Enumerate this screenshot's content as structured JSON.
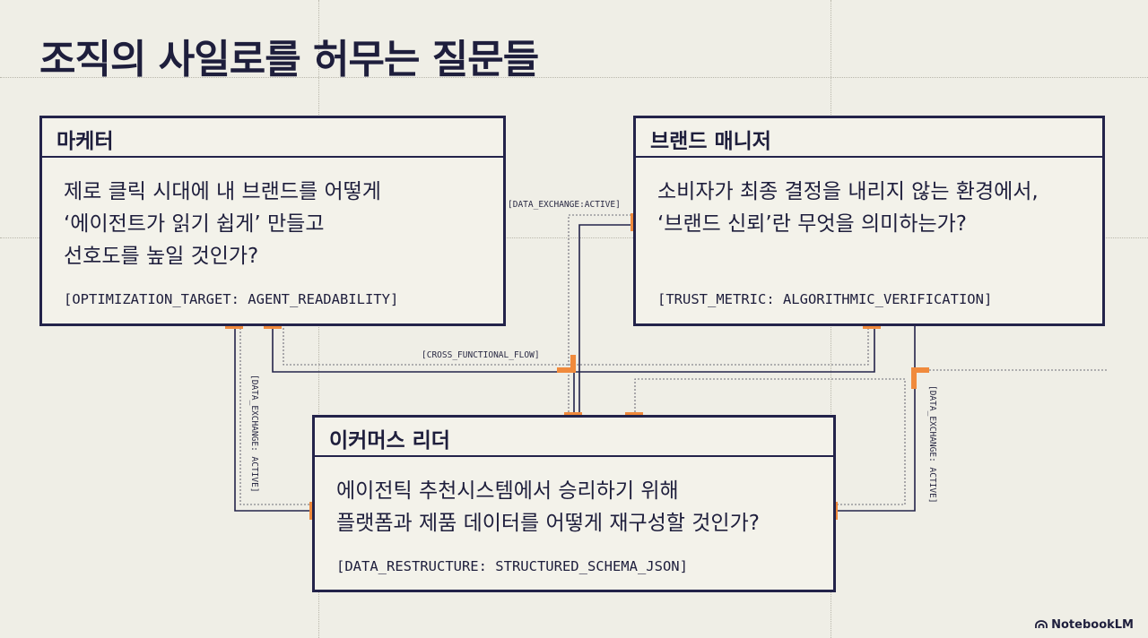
{
  "title": "조직의 사일로를 허무는 질문들",
  "cards": {
    "marketer": {
      "heading": "마케터",
      "lines": [
        "제로 클릭 시대에 내 브랜드를 어떻게",
        "‘에이전트가 읽기 쉽게’ 만들고",
        "선호도를 높일 것인가?"
      ],
      "tag": "[OPTIMIZATION_TARGET: AGENT_READABILITY]"
    },
    "brand_manager": {
      "heading": "브랜드 매니저",
      "lines": [
        "소비자가 최종 결정을 내리지 않는 환경에서,",
        "‘브랜드 신뢰’란 무엇을 의미하는가?"
      ],
      "tag": "[TRUST_METRIC: ALGORITHMIC_VERIFICATION]"
    },
    "ecommerce_leader": {
      "heading": "이커머스 리더",
      "lines": [
        "에이전틱 추천시스템에서 승리하기 위해",
        "플랫폼과 제품 데이터를 어떻게 재구성할 것인가?"
      ],
      "tag": "[DATA_RESTRUCTURE: STRUCTURED_SCHEMA_JSON]"
    }
  },
  "connector_labels": {
    "top_exchange": "[DATA_EXCHANGE:ACTIVE]",
    "cross_flow": "[CROSS_FUNCTIONAL_FLOW]",
    "left_exchange": "[DATA_EXCHANGE: ACTIVE]",
    "right_exchange": "[DATA_EXCHANGE: ACTIVE]"
  },
  "brand": "NotebookLM",
  "icons": {
    "brand": "notebooklm-logo-icon"
  },
  "colors": {
    "background": "#efeee6",
    "ink": "#1e1e3c",
    "accent": "#f08a3c"
  }
}
